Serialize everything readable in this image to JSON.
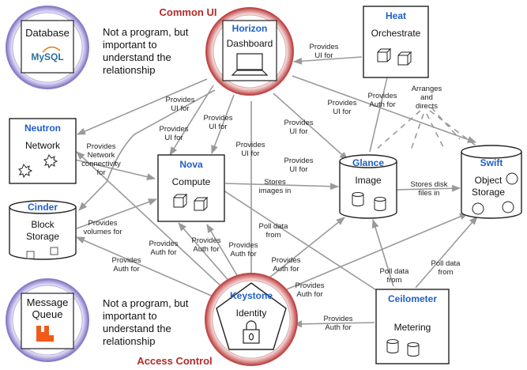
{
  "sections": {
    "common_ui": "Common UI",
    "access_control": "Access Control"
  },
  "colors": {
    "component_name": "#1e5fc8",
    "section_title": "#b52a2a",
    "ring_red": "#c24848",
    "ring_purple": "#8a7cc9",
    "arrow": "#9a9a9a",
    "mysql_blue": "#2f6f9c",
    "mysql_orange": "#e07a10",
    "rabbit_orange": "#f05a1a"
  },
  "nodes": {
    "horizon": {
      "name": "Horizon",
      "sub": "Dashboard",
      "icon": "laptop-icon"
    },
    "heat": {
      "name": "Heat",
      "sub": "Orchestrate",
      "icon": "cubes-icon"
    },
    "neutron": {
      "name": "Neutron",
      "sub": "Network",
      "icon": "starburst-icon"
    },
    "nova": {
      "name": "Nova",
      "sub": "Compute",
      "icon": "cubes-icon"
    },
    "glance": {
      "name": "Glance",
      "sub": "Image",
      "icon": "disks-icon"
    },
    "swift": {
      "name": "Swift",
      "sub1": "Object",
      "sub2": "Storage",
      "icon": "disks-icon"
    },
    "cinder": {
      "name": "Cinder",
      "sub1": "Block",
      "sub2": "Storage",
      "icon": "squares-icon"
    },
    "keystone": {
      "name": "Keystone",
      "sub": "Identity",
      "icon": "lock-icon"
    },
    "ceilometer": {
      "name": "Ceilometer",
      "sub": "Metering",
      "icon": "disks-icon"
    }
  },
  "external": {
    "database": {
      "label": "Database",
      "logo": "MySQL",
      "note": [
        "Not a program, but",
        "important to",
        "understand the",
        "relationship"
      ]
    },
    "queue": {
      "label1": "Message",
      "label2": "Queue",
      "note": [
        "Not a program, but",
        "important to",
        "understand the",
        "relationship"
      ]
    }
  },
  "edge_labels": {
    "horizon_heat": [
      "Provides",
      "UI for"
    ],
    "heat_glance": [
      "Provides",
      "Auth for"
    ],
    "heat_swift": [
      "Arranges",
      "and",
      "directs"
    ],
    "ui_neutron": [
      "Provides",
      "UI for"
    ],
    "ui_nova_a": [
      "Provides",
      "UI for"
    ],
    "ui_nova_b": [
      "Provides",
      "UI for"
    ],
    "ui_keystone": [
      "Provides",
      "UI for"
    ],
    "ui_glance": [
      "Provides",
      "UI for"
    ],
    "ui_swift": [
      "Provides",
      "UI for"
    ],
    "ui_cinder": [
      "Provides",
      "UI for"
    ],
    "network_conn": [
      "Provides",
      "Network",
      "connectivity",
      "for"
    ],
    "volumes": [
      "Provides",
      "volumes for"
    ],
    "stores_images": [
      "Stores",
      "images in"
    ],
    "stores_disk": [
      "Stores disk",
      "files in"
    ],
    "auth_cinder": [
      "Provides",
      "Auth for"
    ],
    "auth_neutron": [
      "Provides",
      "Auth for"
    ],
    "auth_nova_a": [
      "Provides",
      "Auth for"
    ],
    "auth_nova_b": [
      "Provides",
      "Auth for"
    ],
    "poll_nova": [
      "Poll data",
      "from"
    ],
    "auth_glance": [
      "Provides",
      "Auth for"
    ],
    "auth_swift": [
      "Provides",
      "Auth for"
    ],
    "auth_ceilometer": [
      "Provides",
      "Auth for"
    ],
    "poll_glance": [
      "Poll data",
      "from"
    ],
    "poll_swift": [
      "Poll data",
      "from"
    ]
  }
}
